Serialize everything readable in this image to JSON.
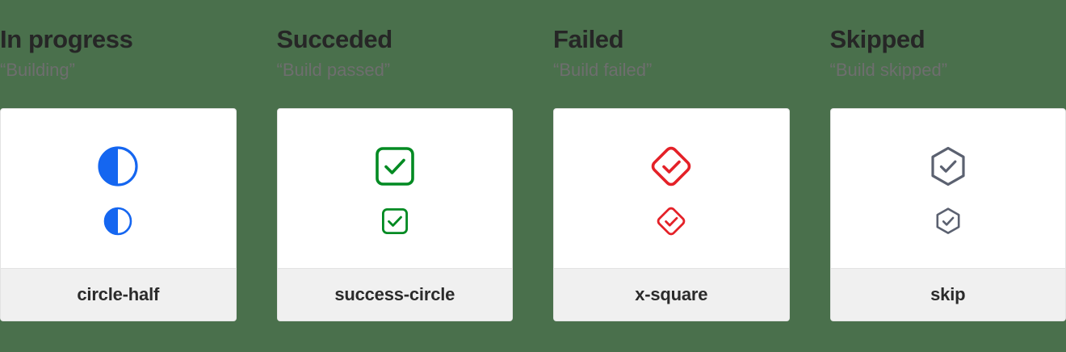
{
  "page": {
    "background_color": "#4a704c",
    "card_background": "#ffffff",
    "card_footer_background": "#f0f0f0",
    "title_color": "#262626",
    "subtitle_color": "#6e6e6e"
  },
  "columns": [
    {
      "title": "In progress",
      "subtitle": "“Building”",
      "icon_name": "circle-half",
      "icon_color": "#1566f0",
      "card_label": "circle-half"
    },
    {
      "title": "Succeded",
      "subtitle": "“Build passed”",
      "icon_name": "success-circle",
      "icon_color": "#008a22",
      "card_label": "success-circle"
    },
    {
      "title": "Failed",
      "subtitle": "“Build failed”",
      "icon_name": "x-square",
      "icon_color": "#e42128",
      "card_label": "x-square"
    },
    {
      "title": "Skipped",
      "subtitle": "“Build skipped”",
      "icon_name": "skip",
      "icon_color": "#5b6170",
      "card_label": "skip"
    }
  ]
}
